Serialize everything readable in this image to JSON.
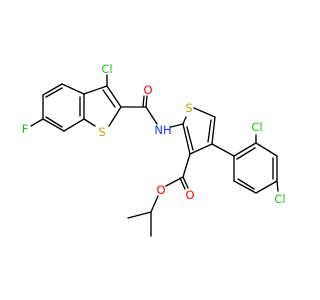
{
  "molecule": {
    "atoms": [
      {
        "id": "cl_bt",
        "text": "Cl",
        "color": "#1fbf1f"
      },
      {
        "id": "f",
        "text": "F",
        "color": "#1fbf1f"
      },
      {
        "id": "s_bt",
        "text": "S",
        "color": "#c8a400"
      },
      {
        "id": "o_amide",
        "text": "O",
        "color": "#ff0000"
      },
      {
        "id": "nh",
        "text": "NH",
        "color": "#2233ff"
      },
      {
        "id": "s_th",
        "text": "S",
        "color": "#c8a400"
      },
      {
        "id": "cl_ortho",
        "text": "Cl",
        "color": "#1fbf1f"
      },
      {
        "id": "cl_para",
        "text": "Cl",
        "color": "#1fbf1f"
      },
      {
        "id": "o_carbonyl",
        "text": "O",
        "color": "#ff0000"
      },
      {
        "id": "o_ester",
        "text": "O",
        "color": "#ff0000"
      }
    ]
  }
}
